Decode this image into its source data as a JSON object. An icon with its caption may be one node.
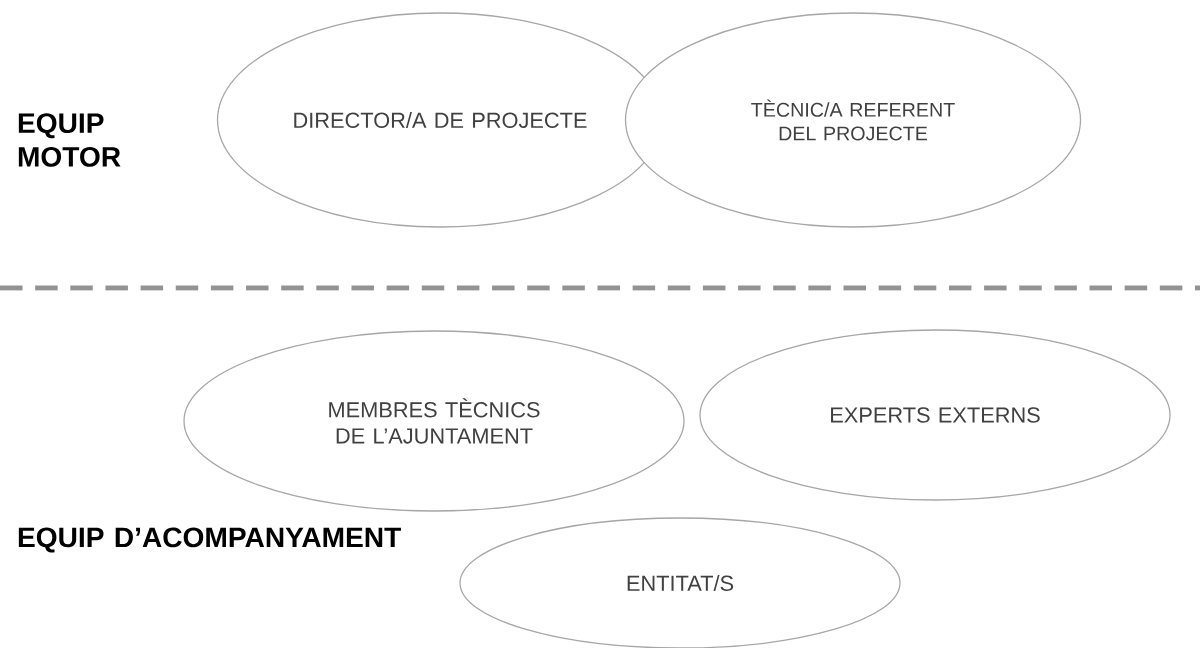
{
  "diagram": {
    "nodes": [
      {
        "text": [
          "DIRECTOR/A DE PROJECTE"
        ]
      },
      {
        "text": [
          "TÈCNIC/A REFERENT DEL PROJECTE"
        ]
      },
      {
        "text": [
          "MEMBRES TÈCNICS DE L’AJUNTAMENT"
        ]
      },
      {
        "text": [
          "EXPERTS EXTERNS"
        ]
      },
      {
        "text": [
          "ENTITAT/S"
        ]
      }
    ],
    "edges": [],
    "labels": [
      "EQUIP MOTOR",
      "EQUIP D’ACOMPANYAMENT"
    ]
  }
}
